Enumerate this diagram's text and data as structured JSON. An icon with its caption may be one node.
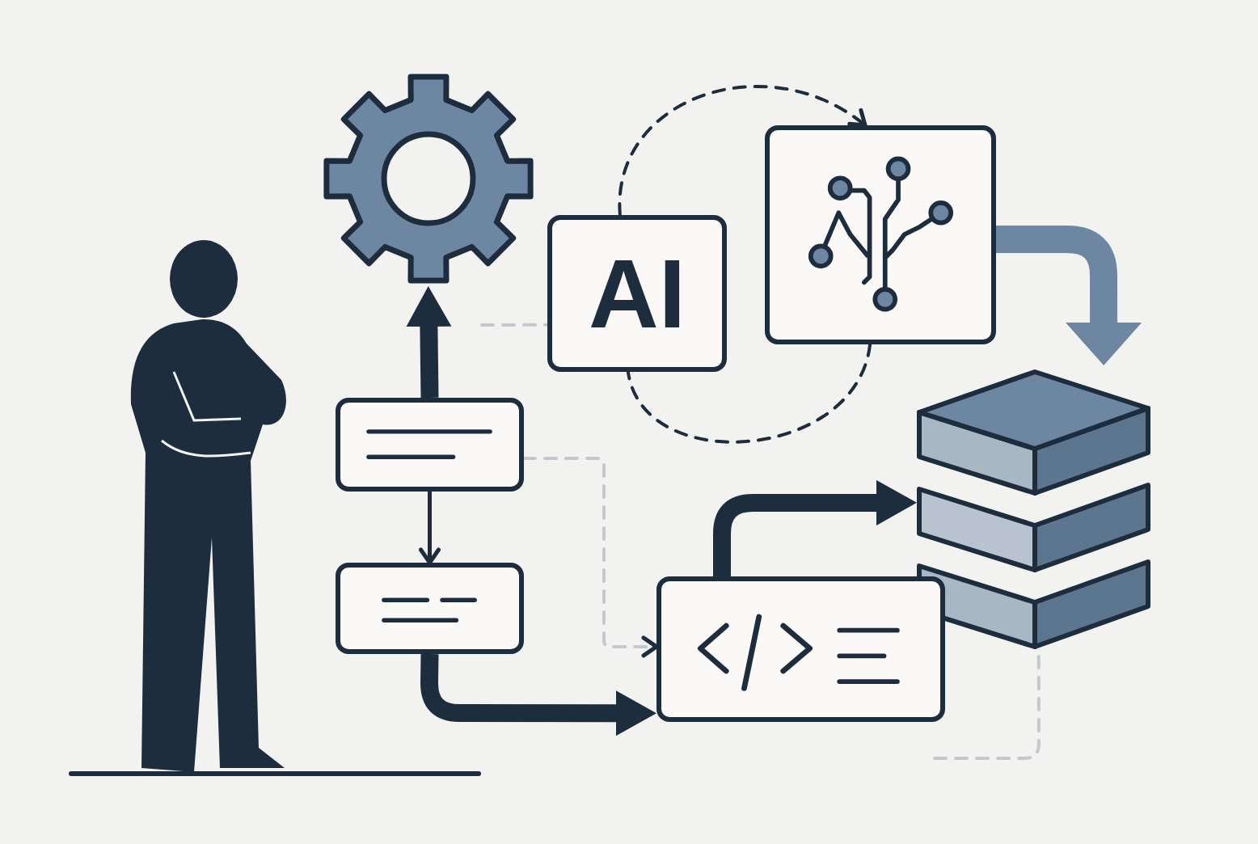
{
  "diagram": {
    "nodes": [
      {
        "text": [],
        "shape": "picture"
      },
      {
        "text": [
          "AI"
        ]
      },
      {
        "text": [],
        "shape": "box"
      },
      {
        "text": [],
        "shape": "box"
      },
      {
        "text": [],
        "shape": "picture"
      },
      {
        "text": [],
        "shape": "box"
      },
      {
        "text": [],
        "shape": "box"
      }
    ],
    "edges": [
      {
        "from": 3,
        "to": 0,
        "arrow": "to",
        "style": "thick"
      },
      {
        "from": 3,
        "to": 5,
        "arrow": "to"
      },
      {
        "from": 5,
        "to": 6,
        "arrow": "to",
        "style": "thick"
      },
      {
        "from": 6,
        "to": 4,
        "arrow": "to",
        "style": "thick"
      },
      {
        "from": 2,
        "to": 4,
        "arrow": "to",
        "style": "thick",
        "color": "#6d87a2"
      },
      {
        "from": 1,
        "to": 2,
        "arrow": "to",
        "style": "dashed"
      },
      {
        "from": 2,
        "to": 1,
        "arrow": "none",
        "style": "dashed"
      },
      {
        "from": null,
        "to": 1,
        "arrow": "none",
        "style": "dashed",
        "color": "#c3c8cf"
      },
      {
        "from": 3,
        "to": 6,
        "arrow": "to",
        "style": "dashed",
        "color": "#c3c8cf"
      },
      {
        "from": 4,
        "to": null,
        "arrow": "none",
        "style": "dashed",
        "color": "#c3c8cf"
      }
    ]
  }
}
